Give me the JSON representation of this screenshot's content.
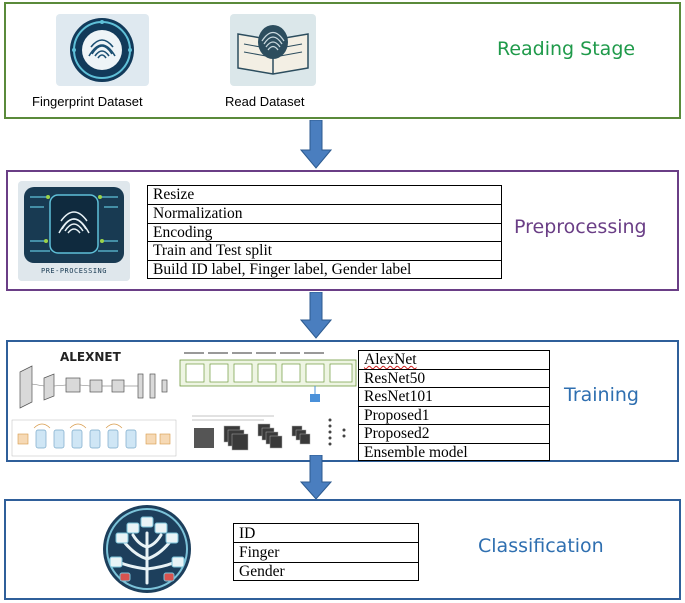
{
  "reading": {
    "title": "Reading Stage",
    "title_color": "#1f9a4a",
    "items": [
      {
        "caption": "Fingerprint Dataset",
        "icon": "fingerprint-dataset-icon"
      },
      {
        "caption": "Read Dataset",
        "icon": "read-dataset-icon"
      }
    ]
  },
  "preprocessing": {
    "title": "Preprocessing",
    "title_color": "#6a3e86",
    "image_caption": "PRE-PROCESSING",
    "steps": [
      "Resize",
      "Normalization",
      "Encoding",
      "Train and Test split",
      "Build ID label, Finger label, Gender label"
    ]
  },
  "training": {
    "title": "Training",
    "title_color": "#2f6fb0",
    "figure_label": "ALEXNET",
    "models": [
      "AlexNet",
      "ResNet50",
      "ResNet101",
      "Proposed1",
      "Proposed2",
      "Ensemble model"
    ]
  },
  "classification": {
    "title": "Classification",
    "title_color": "#2f6fb0",
    "outputs": [
      "ID",
      "Finger",
      "Gender"
    ]
  },
  "colors": {
    "arrow": "#4a7ebf",
    "arrow_edge": "#2c5a8f"
  }
}
